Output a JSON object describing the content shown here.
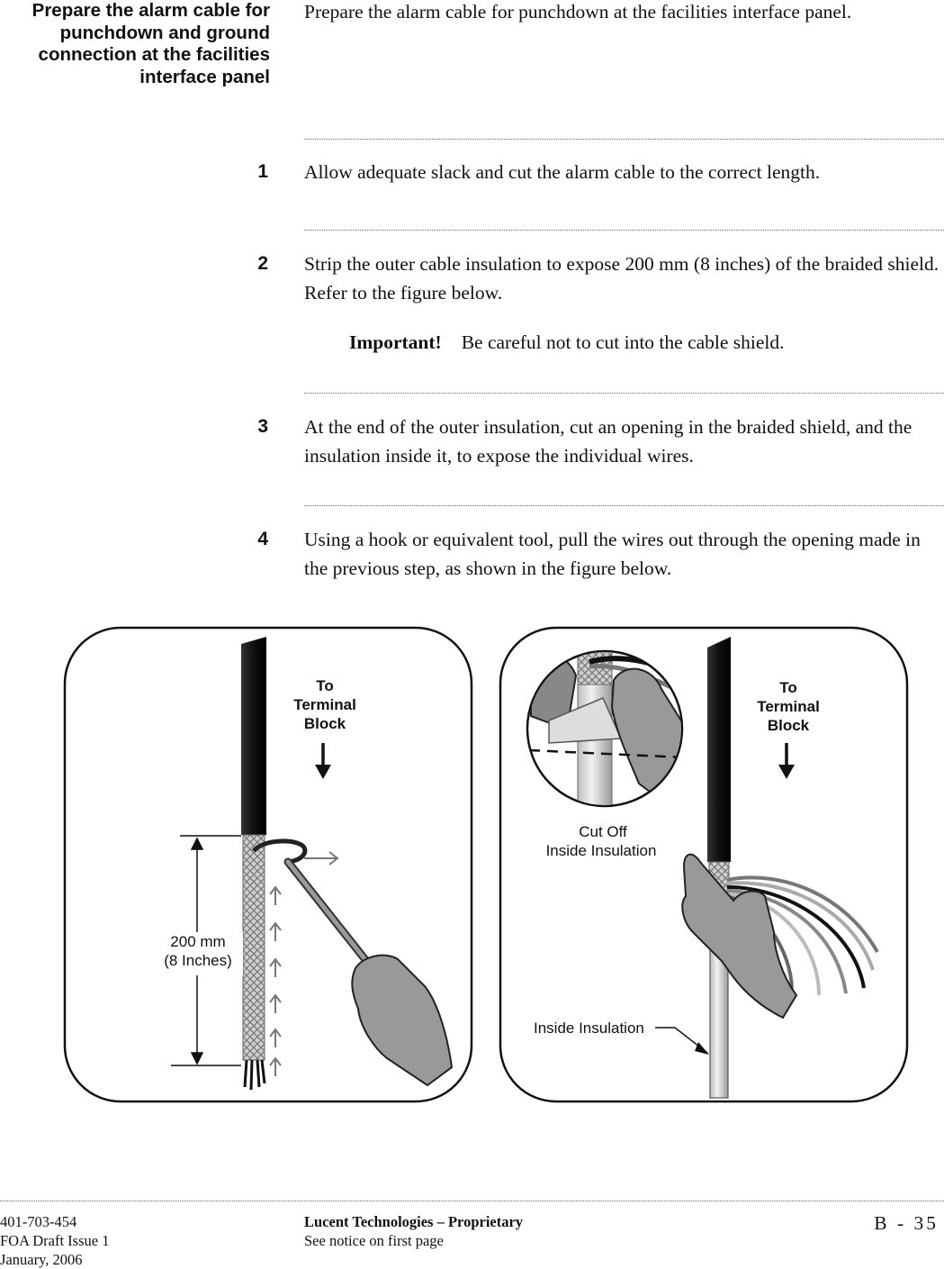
{
  "section": {
    "heading_lines": [
      "Prepare the alarm cable for",
      "punchdown and ground",
      "connection at the facilities",
      "interface panel"
    ],
    "intro": "Prepare the alarm cable for punchdown at the facilities interface panel."
  },
  "steps": [
    {
      "number": "1",
      "text": "Allow adequate slack and cut the alarm cable to the correct length."
    },
    {
      "number": "2",
      "text": "Strip the outer cable insulation to expose 200 mm (8 inches) of the braided shield. Refer to the figure below."
    },
    {
      "number": "3",
      "text": "At the end of the outer insulation, cut an opening in the braided shield, and the insulation inside it, to expose the individual wires."
    },
    {
      "number": "4",
      "text": "Using a hook or equivalent tool, pull the wires out through the opening made in the previous step, as shown in the figure below."
    }
  ],
  "important": {
    "label": "Important!",
    "text": "Be careful not to cut into the cable shield."
  },
  "figure": {
    "left_panel": {
      "to_terminal_lines": [
        "To",
        "Terminal",
        "Block"
      ],
      "dimension_lines": [
        "200 mm",
        "(8 Inches)"
      ]
    },
    "right_panel": {
      "to_terminal_lines": [
        "To",
        "Terminal",
        "Block"
      ],
      "cut_off_lines": [
        "Cut Off",
        "Inside Insulation"
      ],
      "inside_insulation": "Inside Insulation"
    }
  },
  "footer": {
    "doc_number": "401-703-454",
    "issue": "FOA Draft Issue 1",
    "date": "January, 2006",
    "proprietary": "Lucent Technologies – Proprietary",
    "notice": "See notice on first page",
    "page_number": "B - 35"
  }
}
